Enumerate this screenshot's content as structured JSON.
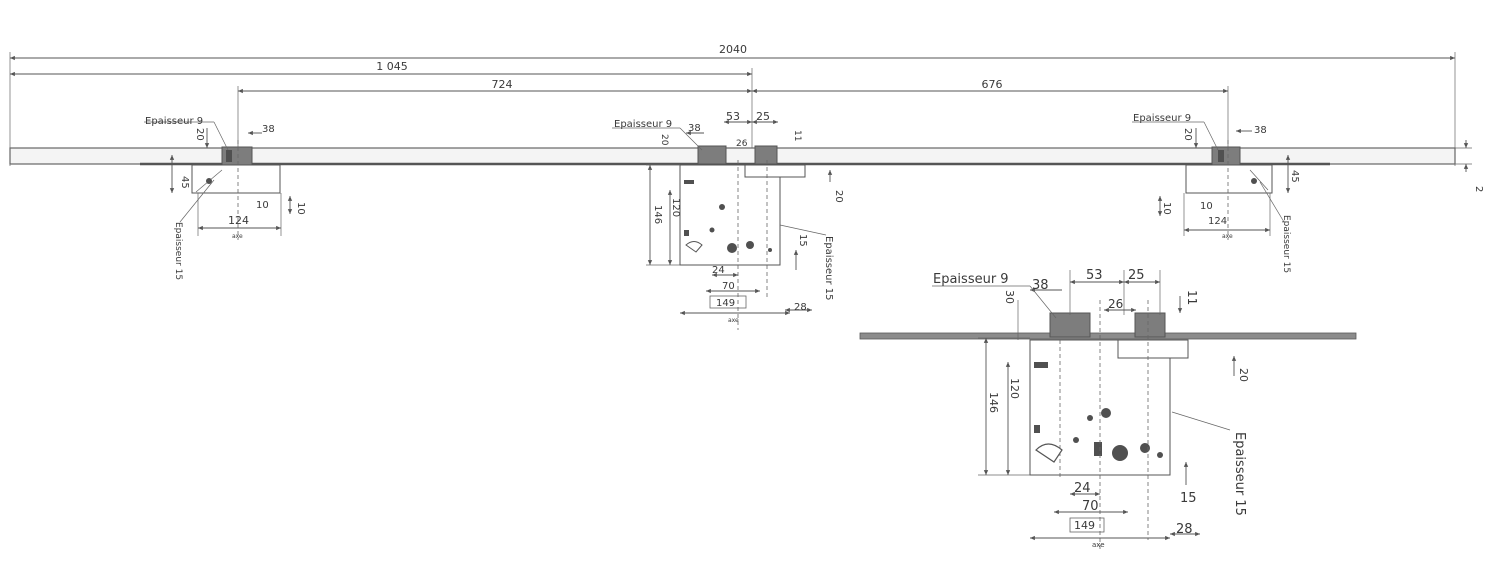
{
  "dimensions": {
    "overall_length": "2040",
    "to_center": "1 045",
    "center_to_top": "724",
    "center_to_bottom": "676",
    "side_thickness": "2"
  },
  "left_lock": {
    "thickness_top": "Epaisseur 9",
    "thickness_bottom": "Epaisseur 15",
    "d20": "20",
    "d38": "38",
    "d45": "45",
    "d124": "124",
    "d10a": "10",
    "d10b": "10",
    "axis": "axe"
  },
  "center_lock": {
    "thickness_top": "Epaisseur 9",
    "thickness_side": "Epaisseur 15",
    "d38": "38",
    "d53": "53",
    "d25": "25",
    "d20": "20",
    "d26": "26",
    "d11": "11",
    "d20b": "20",
    "d146": "146",
    "d120": "120",
    "d24": "24",
    "d70": "70",
    "d149": "149",
    "d15": "15",
    "d28": "28",
    "axis": "axe"
  },
  "right_lock": {
    "thickness_top": "Epaisseur 9",
    "thickness_bottom": "Epaisseur 15",
    "d20": "20",
    "d38": "38",
    "d45": "45",
    "d124": "124",
    "d10a": "10",
    "d10b": "10",
    "axis": "axe"
  },
  "detail_lock": {
    "thickness_top": "Epaisseur 9",
    "thickness_side": "Epaisseur 15",
    "d38": "38",
    "d53": "53",
    "d25": "25",
    "d30": "30",
    "d26": "26",
    "d11": "11",
    "d20": "20",
    "d146": "146",
    "d120": "120",
    "d24": "24",
    "d70": "70",
    "d149": "149",
    "d15": "15",
    "d28": "28",
    "axis": "axe"
  }
}
